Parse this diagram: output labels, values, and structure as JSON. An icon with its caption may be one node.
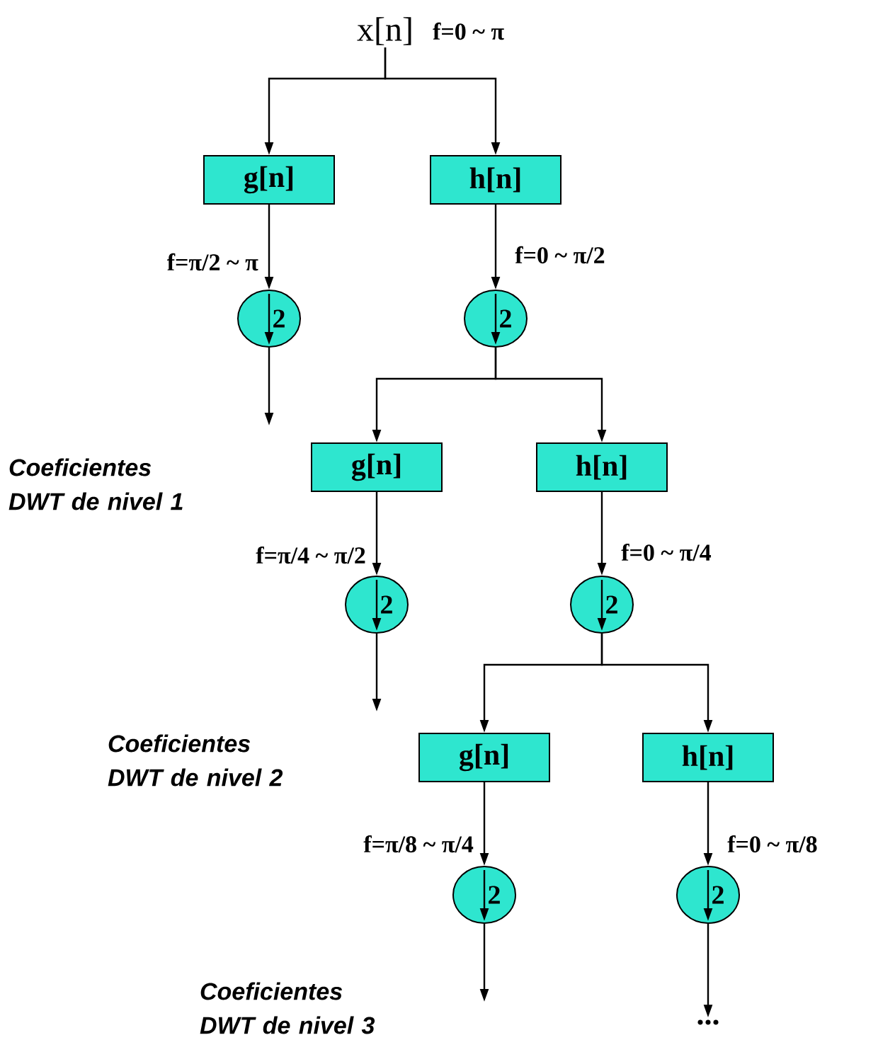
{
  "diagram": {
    "nodes": [
      {
        "text": [
          "x[n]"
        ],
        "beside": [
          "f=0 ~ π"
        ]
      },
      {
        "text": [
          "g[n]"
        ]
      },
      {
        "text": [
          "h[n]"
        ]
      },
      {
        "text": [
          "2"
        ]
      },
      {
        "text": [
          "2"
        ]
      },
      {
        "text": [
          "g[n]"
        ]
      },
      {
        "text": [
          "h[n]"
        ]
      },
      {
        "text": [
          "2"
        ]
      },
      {
        "text": [
          "2"
        ]
      },
      {
        "text": [
          "g[n]"
        ]
      },
      {
        "text": [
          "h[n]"
        ]
      },
      {
        "text": [
          "2"
        ]
      },
      {
        "text": [
          "2"
        ]
      },
      {
        "text": [
          "..."
        ]
      }
    ],
    "edges": [
      {
        "from": 0,
        "to": 1,
        "arrow": "to"
      },
      {
        "from": 0,
        "to": 2,
        "arrow": "to"
      },
      {
        "from": 1,
        "to": 3,
        "arrow": "to",
        "label": "f=π/2 ~ π"
      },
      {
        "from": 2,
        "to": 4,
        "arrow": "to",
        "label": "f=0 ~ π/2"
      },
      {
        "from": 3,
        "to": null,
        "arrow": "to"
      },
      {
        "from": 4,
        "to": 5,
        "arrow": "to"
      },
      {
        "from": 4,
        "to": 6,
        "arrow": "to"
      },
      {
        "from": 5,
        "to": 7,
        "arrow": "to",
        "label": "f=π/4 ~ π/2"
      },
      {
        "from": 6,
        "to": 8,
        "arrow": "to",
        "label": "f=0 ~ π/4"
      },
      {
        "from": 7,
        "to": null,
        "arrow": "to"
      },
      {
        "from": 8,
        "to": 9,
        "arrow": "to"
      },
      {
        "from": 8,
        "to": 10,
        "arrow": "to"
      },
      {
        "from": 9,
        "to": 11,
        "arrow": "to",
        "label": "f=π/8 ~ π/4"
      },
      {
        "from": 10,
        "to": 12,
        "arrow": "to",
        "label": "f=0 ~ π/8"
      },
      {
        "from": 11,
        "to": null,
        "arrow": "to"
      },
      {
        "from": 12,
        "to": 13,
        "arrow": "to"
      }
    ],
    "labels": [
      "Coeficientes DWT de nivel 1",
      "Coeficientes DWT de nivel 2",
      "Coeficientes DWT de nivel 3"
    ]
  }
}
